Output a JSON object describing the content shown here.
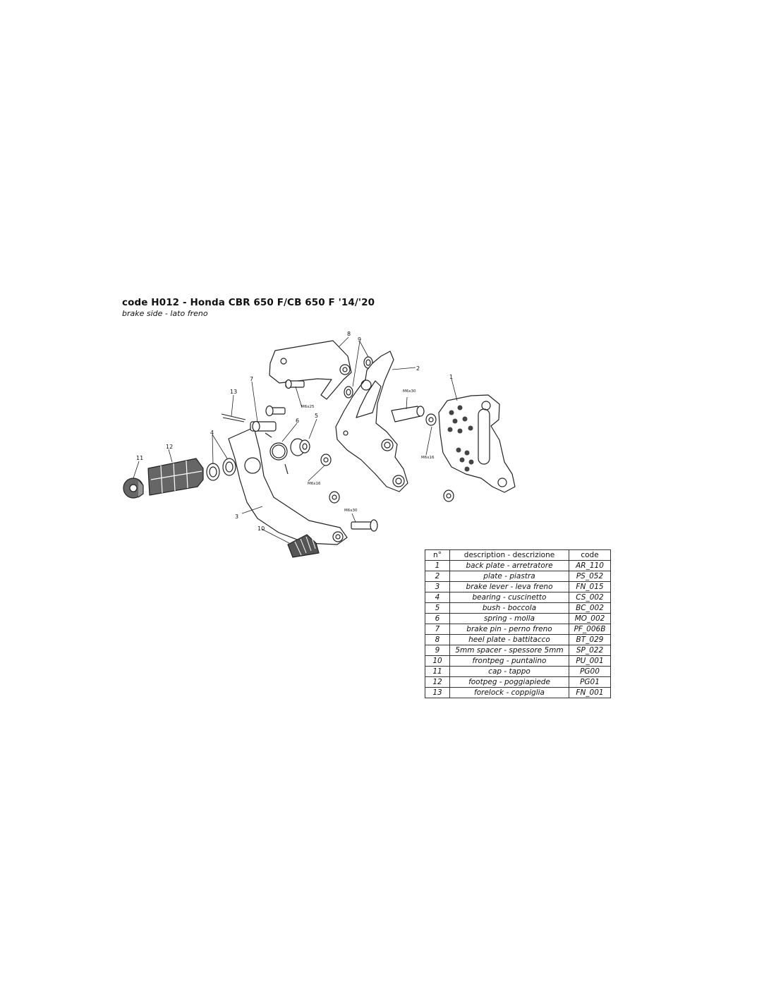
{
  "header": {
    "title": "code H012 - Honda CBR 650 F/CB 650 F '14/'20",
    "subtitle": "brake side - lato freno"
  },
  "diagram": {
    "callouts": [
      "1",
      "2",
      "3",
      "4",
      "5",
      "6",
      "7",
      "8",
      "9",
      "10",
      "11",
      "12",
      "13"
    ],
    "fasteners": [
      "M6x30",
      "M6x25",
      "M6x16",
      "M6x16",
      "M6x30"
    ]
  },
  "parts_table": {
    "headers": [
      "n°",
      "description - descrizione",
      "code"
    ],
    "rows": [
      {
        "n": "1",
        "desc": "back plate - arretratore",
        "code": "AR_110"
      },
      {
        "n": "2",
        "desc": "plate - piastra",
        "code": "PS_052"
      },
      {
        "n": "3",
        "desc": "brake lever - leva freno",
        "code": "FN_015"
      },
      {
        "n": "4",
        "desc": "bearing - cuscinetto",
        "code": "CS_002"
      },
      {
        "n": "5",
        "desc": "bush - boccola",
        "code": "BC_002"
      },
      {
        "n": "6",
        "desc": "spring - molla",
        "code": "MO_002"
      },
      {
        "n": "7",
        "desc": "brake pin - perno freno",
        "code": "PF_006B"
      },
      {
        "n": "8",
        "desc": "heel plate - battitacco",
        "code": "BT_029"
      },
      {
        "n": "9",
        "desc": "5mm spacer - spessore 5mm",
        "code": "SP_022"
      },
      {
        "n": "10",
        "desc": "frontpeg - puntalino",
        "code": "PU_001"
      },
      {
        "n": "11",
        "desc": "cap - tappo",
        "code": "PG00"
      },
      {
        "n": "12",
        "desc": "footpeg - poggiapiede",
        "code": "PG01"
      },
      {
        "n": "13",
        "desc": "forelock - coppiglia",
        "code": "FN_001"
      }
    ]
  }
}
